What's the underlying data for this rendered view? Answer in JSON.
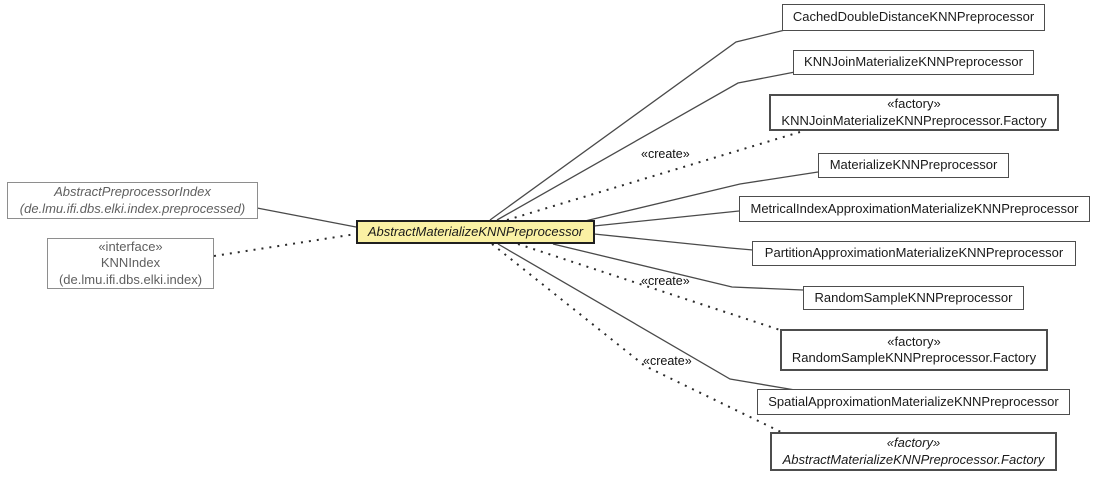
{
  "diagram": {
    "type": "uml-class-hierarchy",
    "colors": {
      "highlight_fill": "#FAF1A4",
      "highlight_border": "#1f1f1f",
      "box_border": "#4d4d4d",
      "muted_text": "#5f5f5f",
      "edge": "#4a4a4a"
    },
    "edge_create_label": "«create»",
    "nodes": {
      "left": [
        {
          "name": "AbstractPreprocessorIndex",
          "package": "(de.lmu.ifi.dbs.elki.index.preprocessed)"
        },
        {
          "stereotype": "«interface»",
          "name": "KNNIndex",
          "package": "(de.lmu.ifi.dbs.elki.index)"
        }
      ],
      "center": {
        "name": "AbstractMaterializeKNNPreprocessor"
      },
      "right": [
        {
          "name": "CachedDoubleDistanceKNNPreprocessor"
        },
        {
          "name": "KNNJoinMaterializeKNNPreprocessor"
        },
        {
          "stereotype": "«factory»",
          "name": "KNNJoinMaterializeKNNPreprocessor.Factory"
        },
        {
          "name": "MaterializeKNNPreprocessor"
        },
        {
          "name": "MetricalIndexApproximationMaterializeKNNPreprocessor"
        },
        {
          "name": "PartitionApproximationMaterializeKNNPreprocessor"
        },
        {
          "name": "RandomSampleKNNPreprocessor"
        },
        {
          "stereotype": "«factory»",
          "name": "RandomSampleKNNPreprocessor.Factory"
        },
        {
          "name": "SpatialApproximationMaterializeKNNPreprocessor"
        },
        {
          "stereotype": "«factory»",
          "name": "AbstractMaterializeKNNPreprocessor.Factory"
        }
      ]
    }
  }
}
